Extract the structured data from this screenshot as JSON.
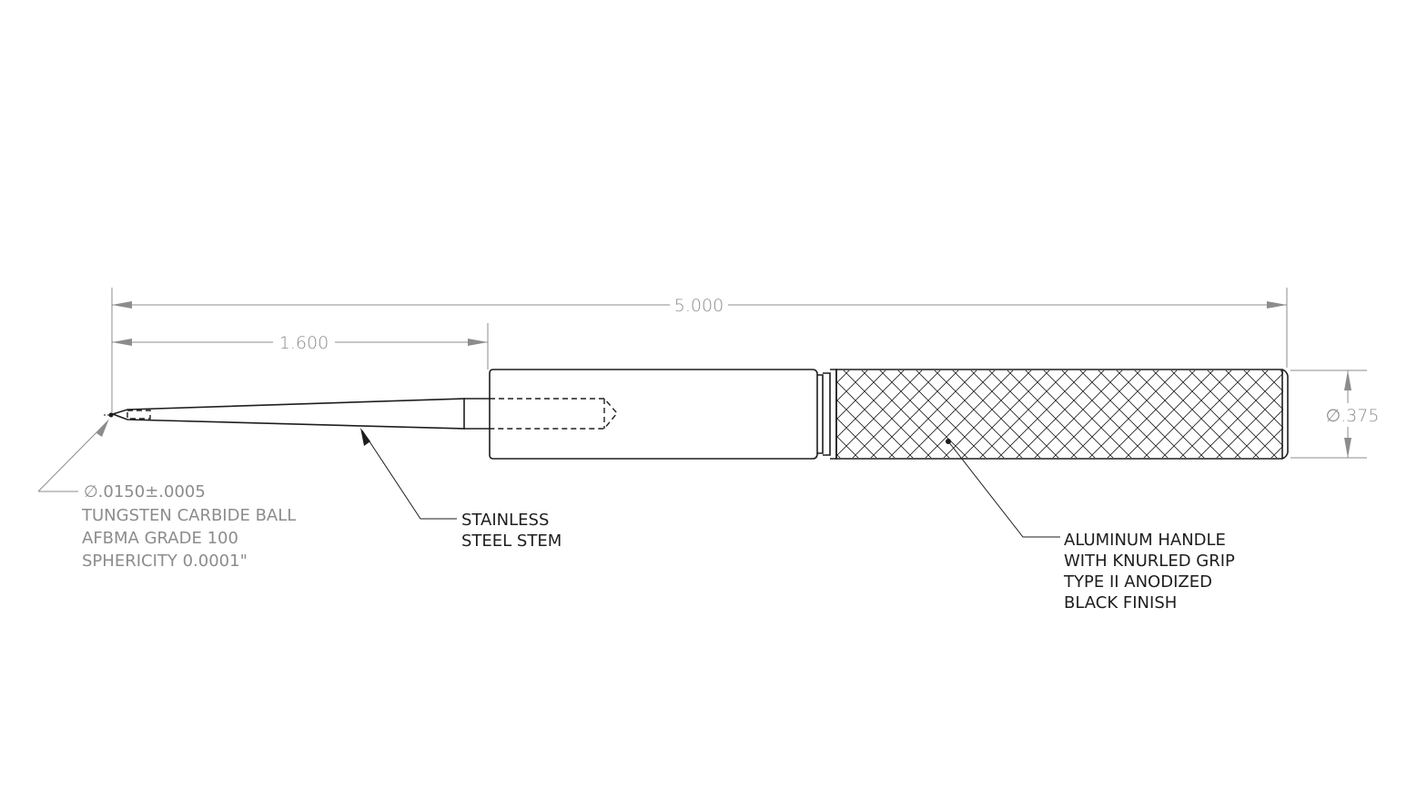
{
  "dimensions": {
    "overall_length": "5.000",
    "stem_length": "1.600",
    "handle_diameter": "∅.375"
  },
  "notes": {
    "ball": [
      "∅.0150±.0005",
      "TUNGSTEN CARBIDE BALL",
      "AFBMA GRADE 100",
      "SPHERICITY 0.0001\""
    ],
    "stem": [
      "STAINLESS",
      "STEEL STEM"
    ],
    "handle": [
      "ALUMINUM HANDLE",
      "WITH KNURLED GRIP",
      "TYPE II ANODIZED",
      "BLACK FINISH"
    ]
  },
  "colors": {
    "line": "#1e1e1e",
    "dimension": "#8c8c8c",
    "background": "#ffffff"
  }
}
